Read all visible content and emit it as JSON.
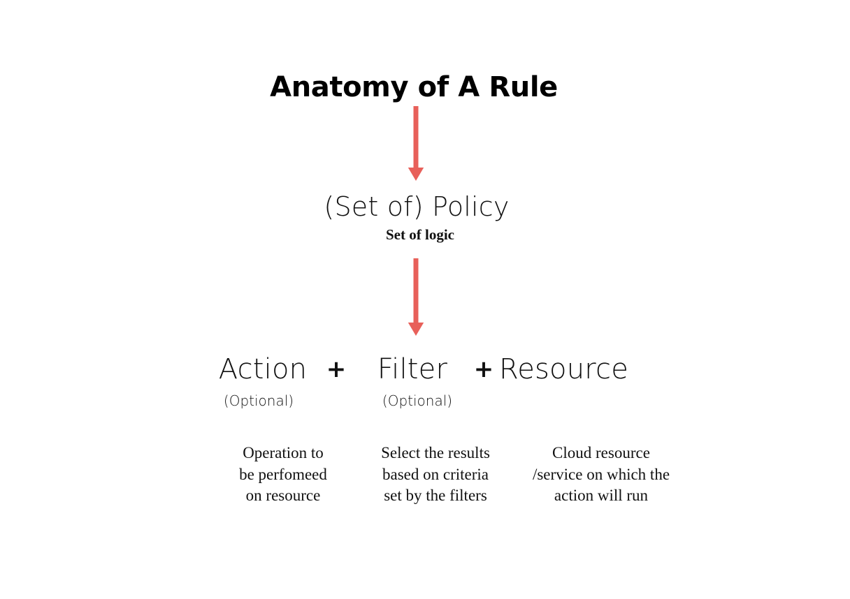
{
  "title": "Anatomy of A Rule",
  "colors": {
    "background": "#ffffff",
    "text": "#111111",
    "arrow": "#E8605A"
  },
  "policy": {
    "label": "(Set of) Policy",
    "subtitle": "Set of logic"
  },
  "arrows": [
    {
      "name": "arrow-title-to-policy",
      "from": "Anatomy of A Rule",
      "to": "(Set of) Policy",
      "direction": "down",
      "color": "#E8605A"
    },
    {
      "name": "arrow-policy-to-components",
      "from": "(Set of) Policy",
      "to": "Action + Filter + Resource",
      "direction": "down",
      "color": "#E8605A"
    }
  ],
  "components": {
    "terms": [
      {
        "label": "Action",
        "optional": "(Optional)"
      },
      {
        "label": "Filter",
        "optional": "(Optional)"
      },
      {
        "label": "Resource",
        "optional": ""
      }
    ],
    "operators": [
      "+",
      "+"
    ]
  },
  "descriptions": [
    {
      "lines": [
        "Operation to",
        "be perfomeed",
        "on resource"
      ]
    },
    {
      "lines": [
        "Select the results",
        "based on criteria",
        "set by the filters"
      ]
    },
    {
      "lines": [
        "Cloud resource",
        "/service on which the",
        "action will run"
      ]
    }
  ]
}
